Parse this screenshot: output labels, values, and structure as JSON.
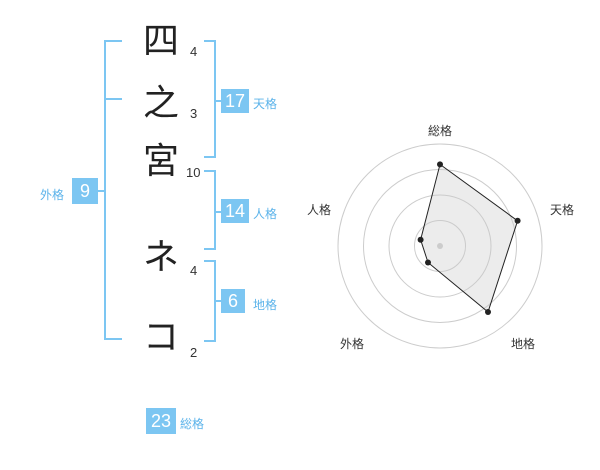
{
  "name_chars": [
    {
      "char": "四",
      "strokes": "4"
    },
    {
      "char": "之",
      "strokes": "3"
    },
    {
      "char": "宮",
      "strokes": "10"
    },
    {
      "char": "ネ",
      "strokes": "4"
    },
    {
      "char": "コ",
      "strokes": "2"
    }
  ],
  "fortunes": {
    "tenkaku": {
      "value": "17",
      "label": "天格"
    },
    "jinkaku": {
      "value": "14",
      "label": "人格"
    },
    "chikaku": {
      "value": "6",
      "label": "地格"
    },
    "gaikaku": {
      "value": "9",
      "label": "外格"
    },
    "soukaku": {
      "value": "23",
      "label": "総格"
    }
  },
  "colors": {
    "accent": "#7cc6f2",
    "label": "#5bb3ea"
  },
  "chart_data": {
    "type": "radar",
    "axes": [
      "総格",
      "天格",
      "地格",
      "外格",
      "人格"
    ],
    "values": [
      4,
      4,
      4,
      1,
      1
    ],
    "max": 5,
    "rings": 4
  }
}
